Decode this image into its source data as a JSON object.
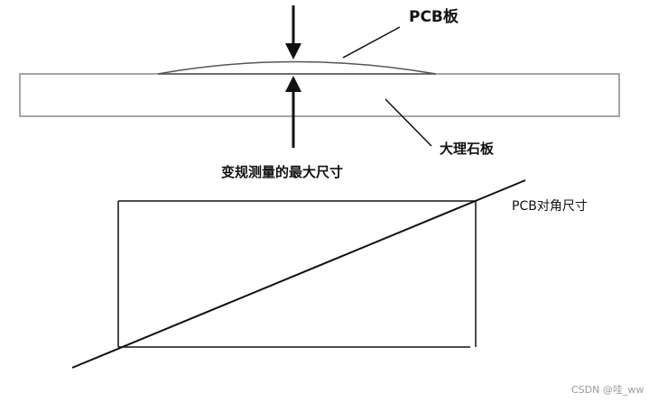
{
  "labels": {
    "pcb_board": "PCB板",
    "marble_slab": "大理石板",
    "max_warp": "变规测量的最大尺寸",
    "pcb_diagonal": "PCB对角尺寸"
  },
  "watermark": "CSDN @哇_ww",
  "colors": {
    "line": "#111111",
    "slab_border": "#888888",
    "background": "#ffffff"
  }
}
